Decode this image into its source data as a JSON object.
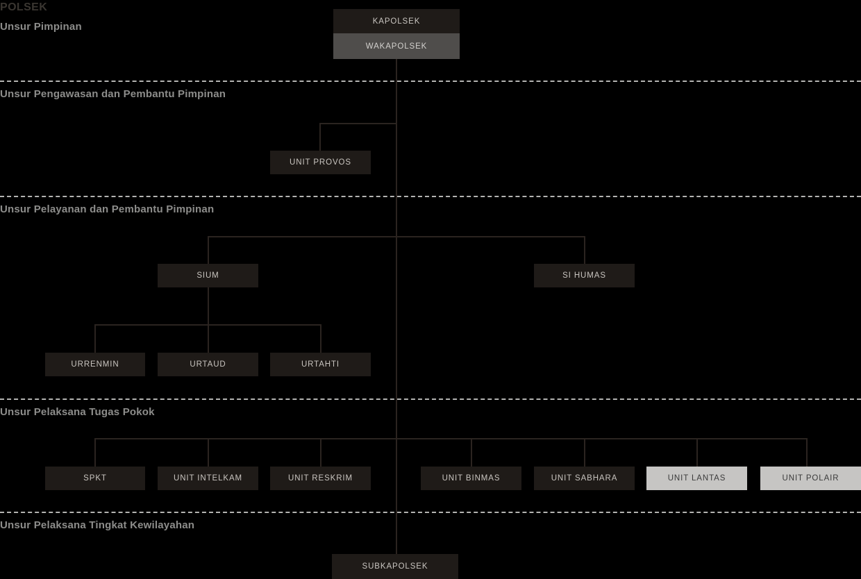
{
  "title": "POLSEK",
  "bands": [
    {
      "label": "Unsur Pimpinan"
    },
    {
      "label": "Unsur Pengawasan dan Pembantu Pimpinan"
    },
    {
      "label": "Unsur Pelayanan dan Pembantu Pimpinan"
    },
    {
      "label": "Unsur Pelaksana Tugas Pokok"
    },
    {
      "label": "Unsur Pelaksana Tingkat Kewilayahan"
    }
  ],
  "nodes": {
    "kapolsek": "KAPOLSEK",
    "wakapolsek": "WAKAPOLSEK",
    "unit_provos": "UNIT PROVOS",
    "sium": "SIUM",
    "si_humas": "SI HUMAS",
    "urrenmin": "URRENMIN",
    "urtaud": "URTAUD",
    "urtahti": "URTAHTI",
    "spkt": "SPKT",
    "unit_intelkam": "UNIT INTELKAM",
    "unit_reskrim": "UNIT RESKRIM",
    "unit_binmas": "UNIT BINMAS",
    "unit_sabhara": "UNIT SABHARA",
    "unit_lantas": "UNIT LANTAS",
    "unit_polair": "UNIT POLAIR",
    "subkapolsek": "SUBKAPOLSEK"
  },
  "colors": {
    "background": "#000000",
    "node_dark": "#1f1b18",
    "node_gray": "#4f4d4b",
    "node_light": "#c6c5c3",
    "connector": "#2b2420",
    "divider": "#b4b4b2",
    "band_label": "#8d8d8b",
    "title": "#3a3631"
  }
}
